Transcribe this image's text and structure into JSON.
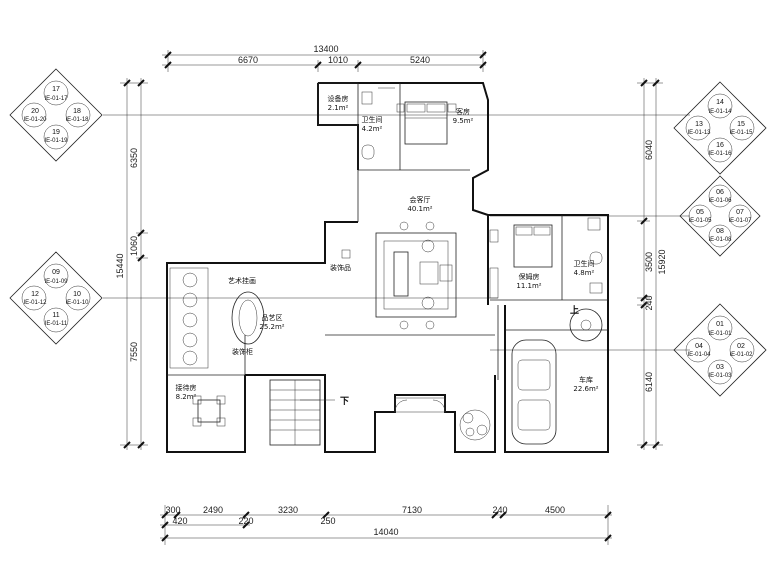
{
  "dimensions": {
    "top_total": "13400",
    "top_segments": [
      "6670",
      "1010",
      "5240"
    ],
    "bottom_total": "14040",
    "bottom_segments_upper": [
      "300",
      "2490",
      "3230",
      "7130",
      "240",
      "4500"
    ],
    "bottom_segments_lower": [
      "420",
      "220",
      "250"
    ],
    "left_total": "15440",
    "left_segments": [
      "6350",
      "1060",
      "7550"
    ],
    "right_total": "15920",
    "right_segments": [
      "6040",
      "3500",
      "240",
      "6140"
    ]
  },
  "rooms": {
    "equipment": {
      "name": "设备房",
      "area": "2.1m²"
    },
    "bath1": {
      "name": "卫生间",
      "area": "4.2m²"
    },
    "bedroom": {
      "name": "客房",
      "area": "9.5m²"
    },
    "lounge": {
      "name": "会客厅",
      "area": "40.1m²"
    },
    "nanny": {
      "name": "保姆房",
      "area": "11.1m²"
    },
    "bath2": {
      "name": "卫生间",
      "area": "4.8m²"
    },
    "tea": {
      "name": "品艺区",
      "area": "25.2m²"
    },
    "garage": {
      "name": "车库",
      "area": "22.6m²"
    },
    "reception": {
      "name": "接待房",
      "area": "8.2m²"
    }
  },
  "annotations": {
    "art_shelf": "艺术挂画",
    "tea_table": "装饰柜",
    "feature": "装饰品",
    "stair_down": "下",
    "stair_up": "上"
  },
  "elevation_tags": {
    "left_top": [
      "17",
      "20",
      "18",
      "19",
      "IE-01-17",
      "IE-01-20",
      "IE-01-18",
      "IE-01-19"
    ],
    "left_mid": [
      "09",
      "12",
      "10",
      "11",
      "IE-01-09",
      "IE-01-12",
      "IE-01-10",
      "IE-01-11"
    ],
    "right_top": [
      "14",
      "13",
      "15",
      "16",
      "IE-01-14",
      "IE-01-13",
      "IE-01-15",
      "IE-01-16"
    ],
    "right_mid": [
      "06",
      "05",
      "07",
      "08",
      "IE-01-06",
      "IE-01-05",
      "IE-01-07",
      "IE-01-08"
    ],
    "right_bot": [
      "01",
      "04",
      "02",
      "03",
      "IE-01-01",
      "IE-01-04",
      "IE-01-02",
      "IE-01-03"
    ]
  }
}
